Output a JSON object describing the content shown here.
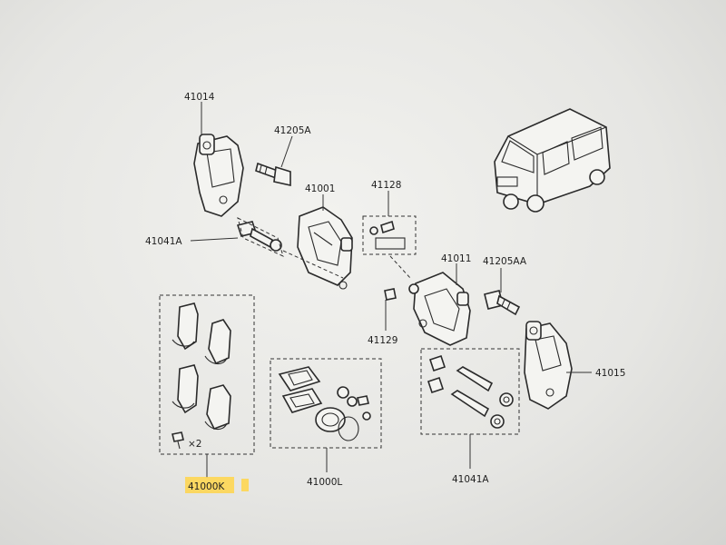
{
  "diagram": {
    "labels": {
      "p41014": "41014",
      "p41205A": "41205A",
      "p41001": "41001",
      "p41128": "41128",
      "p41041A_left": "41041A",
      "p41011": "41011",
      "p41205AA": "41205AA",
      "p41129": "41129",
      "p41015": "41015",
      "p41000L": "41000L",
      "p41041A_bottom": "41041A",
      "p41000K": "41000K",
      "qty_x2": "×2"
    },
    "colors": {
      "highlight": "#ffd54a",
      "line": "#2a2a2a",
      "paper": "#f2f2ef"
    },
    "icons": {
      "van": "van-illustration-icon"
    }
  }
}
